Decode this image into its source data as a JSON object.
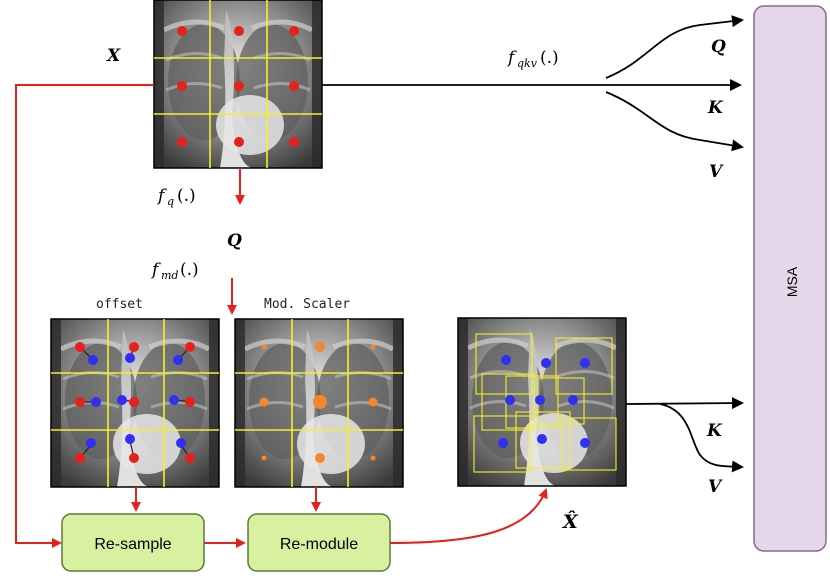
{
  "labels": {
    "input": "X",
    "f_qkv": "f",
    "f_qkv_sub": "qkv",
    "f_qkv_arg": "(.)",
    "f_q": "f",
    "f_q_sub": "q",
    "f_q_arg": "(.)",
    "f_md": "f",
    "f_md_sub": "md",
    "f_md_arg": "(.)",
    "q_top": "Q",
    "k_top": "K",
    "v_top": "V",
    "q_mid": "Q",
    "k_bot": "K",
    "v_bot": "V",
    "x_hat": "X̂",
    "offset": "offset",
    "mod_scaler": "Mod. Scaler"
  },
  "boxes": {
    "resample": "Re-sample",
    "remodule": "Re-module",
    "msa": "MSA"
  },
  "colors": {
    "red": "#e8201c",
    "blue": "#2f2ff5",
    "orange": "#f5872a",
    "yellow": "#f5f02a",
    "box_green_fill": "#d8f0a0",
    "box_green_stroke": "#5a7a3a",
    "msa_fill": "#e6d6ea",
    "msa_stroke": "#8a6a8a"
  }
}
